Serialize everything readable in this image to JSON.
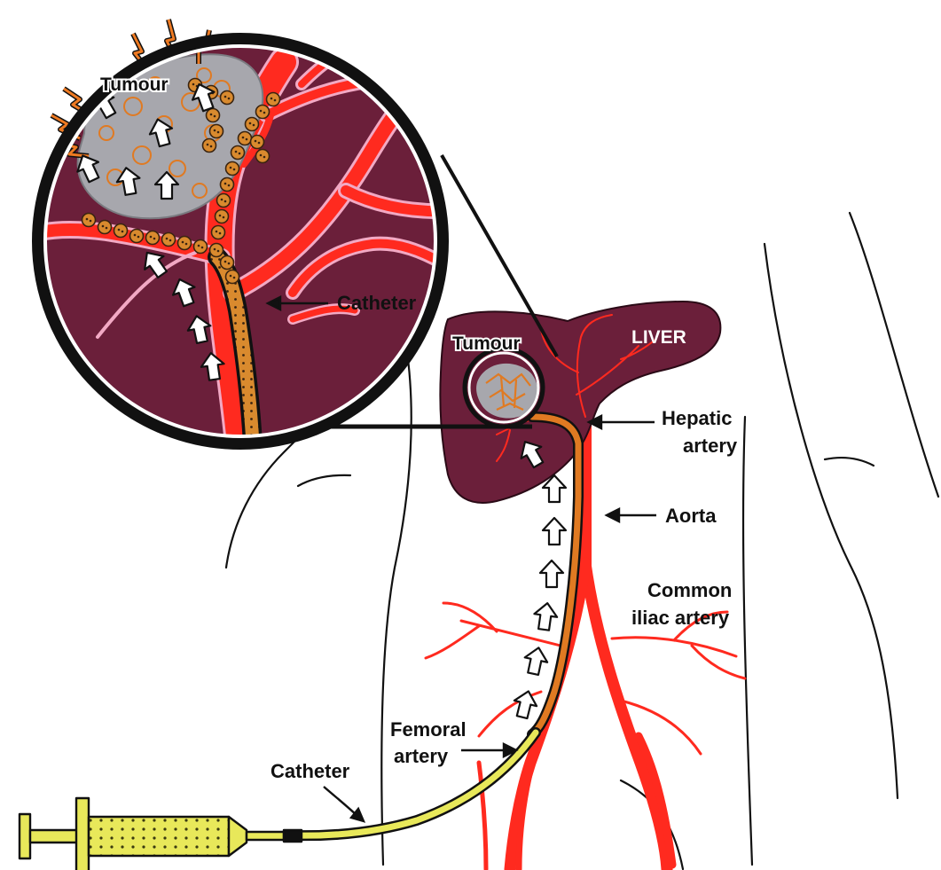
{
  "colors": {
    "liver": "#6b1f3a",
    "artery": "#ff2a1f",
    "catheter_orange": "#e07a22",
    "catheter_yellow": "#e8e85a",
    "tumour_grey": "#a7a7ad",
    "bead": "#d98a2e",
    "spark": "#ee7a22",
    "ink": "#111111"
  },
  "labels": {
    "zoom_tumour": "Tumour",
    "zoom_catheter": "Catheter",
    "tumour": "Tumour",
    "liver": "LIVER",
    "hepatic_line1": "Hepatic",
    "hepatic_line2": "artery",
    "aorta": "Aorta",
    "iliac_line1": "Common",
    "iliac_line2": "iliac artery",
    "femoral_line1": "Femoral",
    "femoral_line2": "artery",
    "catheter": "Catheter"
  }
}
